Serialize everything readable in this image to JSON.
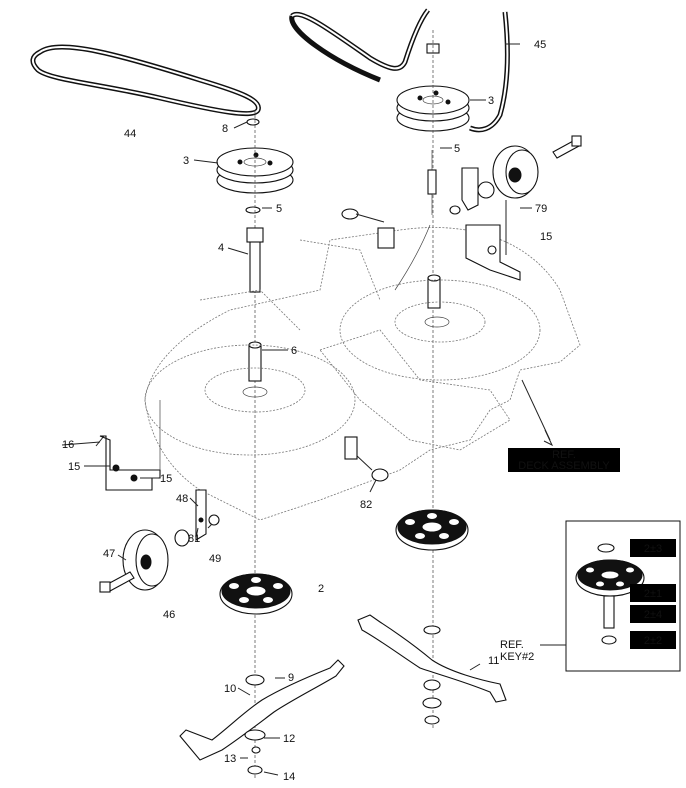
{
  "callouts": {
    "n44": "44",
    "n45": "45",
    "n8": "8",
    "n3a": "3",
    "n3b": "3",
    "n5a": "5",
    "n5b": "5",
    "n4": "4",
    "n79": "79",
    "n15a": "15",
    "n6": "6",
    "n16": "16",
    "n15b": "15",
    "n15c": "15",
    "n48": "48",
    "n49": "49",
    "n81": "81",
    "n82": "82",
    "n47": "47",
    "n46": "46",
    "n2": "2",
    "n9": "9",
    "n10": "10",
    "n11": "11",
    "n12": "12",
    "n13": "13",
    "n14": "14"
  },
  "deck_ref": {
    "line1": "REF.",
    "line2": "DECK ASSEMBLY"
  },
  "key_ref": {
    "line1": "REF.",
    "line2": "KEY#2"
  },
  "inset_labels": {
    "a": "2±3",
    "b": "2±1",
    "c": "2±4",
    "d": "2±2"
  }
}
